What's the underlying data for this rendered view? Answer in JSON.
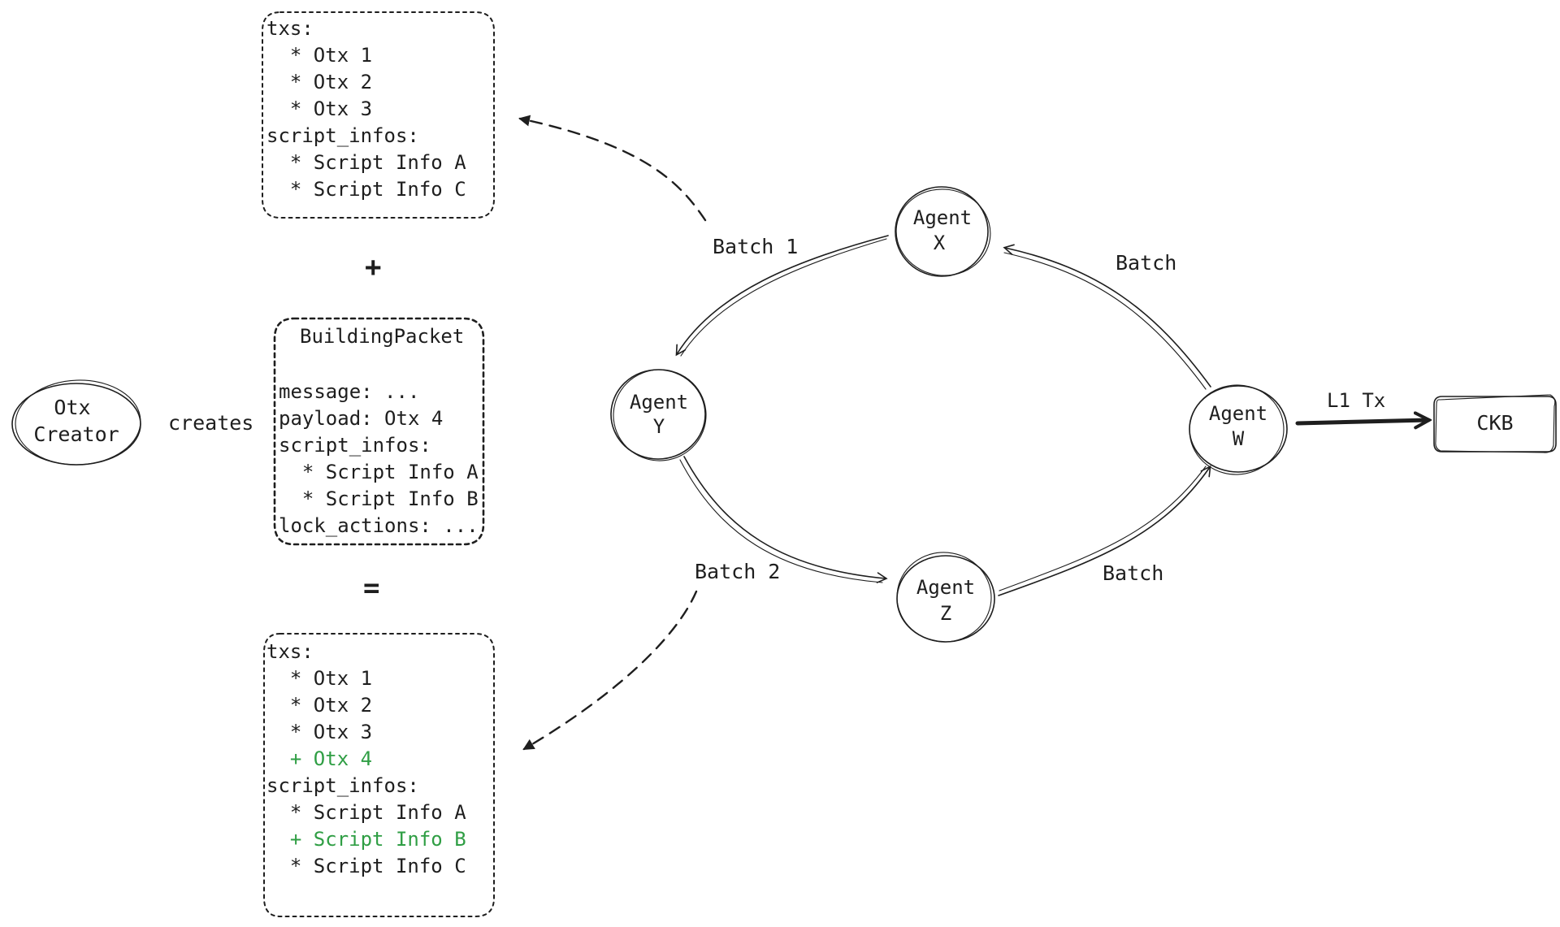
{
  "top_box": {
    "lines": [
      {
        "text": "txs:",
        "added": false
      },
      {
        "text": "  * Otx 1",
        "added": false
      },
      {
        "text": "  * Otx 2",
        "added": false
      },
      {
        "text": "  * Otx 3",
        "added": false
      },
      {
        "text": "script_infos:",
        "added": false
      },
      {
        "text": "  * Script Info A",
        "added": false
      },
      {
        "text": "  * Script Info C",
        "added": false
      }
    ]
  },
  "plus_symbol": "+",
  "equals_symbol": "=",
  "building_packet": {
    "title": "BuildingPacket",
    "lines": [
      "message: ...",
      "payload: Otx 4",
      "script_infos:",
      "  * Script Info A",
      "  * Script Info B",
      "lock_actions: ..."
    ]
  },
  "bottom_box": {
    "lines": [
      {
        "text": "txs:",
        "added": false
      },
      {
        "text": "  * Otx 1",
        "added": false
      },
      {
        "text": "  * Otx 2",
        "added": false
      },
      {
        "text": "  * Otx 3",
        "added": false
      },
      {
        "text": "  + Otx 4",
        "added": true
      },
      {
        "text": "script_infos:",
        "added": false
      },
      {
        "text": "  * Script Info A",
        "added": false
      },
      {
        "text": "  + Script Info B",
        "added": true
      },
      {
        "text": "  * Script Info C",
        "added": false
      }
    ]
  },
  "otx_creator": {
    "line1": "Otx",
    "line2": "Creator"
  },
  "creates_label": "creates",
  "agents": {
    "x": {
      "line1": "Agent",
      "line2": "X"
    },
    "y": {
      "line1": "Agent",
      "line2": "Y"
    },
    "z": {
      "line1": "Agent",
      "line2": "Z"
    },
    "w": {
      "line1": "Agent",
      "line2": "W"
    }
  },
  "edge_labels": {
    "batch_1": "Batch 1",
    "batch_2": "Batch 2",
    "batch_w_to_x": "Batch",
    "batch_z_to_w": "Batch",
    "l1_tx": "L1 Tx"
  },
  "ckb": "CKB",
  "colors": {
    "ink": "#1e1e1e",
    "added": "#2f9e44"
  }
}
